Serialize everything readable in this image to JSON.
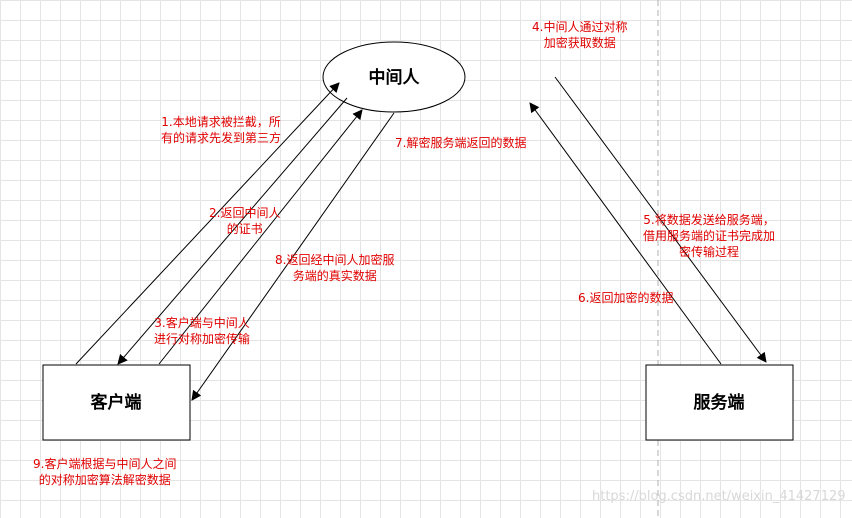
{
  "nodes": {
    "middleman": "中间人",
    "client": "客户端",
    "server": "服务端"
  },
  "steps": {
    "s1": [
      "1.本地请求被拦截，所",
      "有的请求先发到第三方"
    ],
    "s2": [
      "2.返回中间人",
      "的证书"
    ],
    "s3": [
      "3.客户端与中间人",
      "进行对称加密传输"
    ],
    "s4": [
      "4.中间人通过对称",
      "加密获取数据"
    ],
    "s5": [
      "5.将数据发送给服务端，",
      "借用服务端的证书完成加",
      "密传输过程"
    ],
    "s6": [
      "6.返回加密的数据"
    ],
    "s7": [
      "7.解密服务端返回的数据"
    ],
    "s8": [
      "8.返回经中间人加密服",
      "务端的真实数据"
    ],
    "s9": [
      "9.客户端根据与中间人之间",
      "的对称加密算法解密数据"
    ]
  },
  "watermark": "https://blog.csdn.net/weixin_41427129"
}
